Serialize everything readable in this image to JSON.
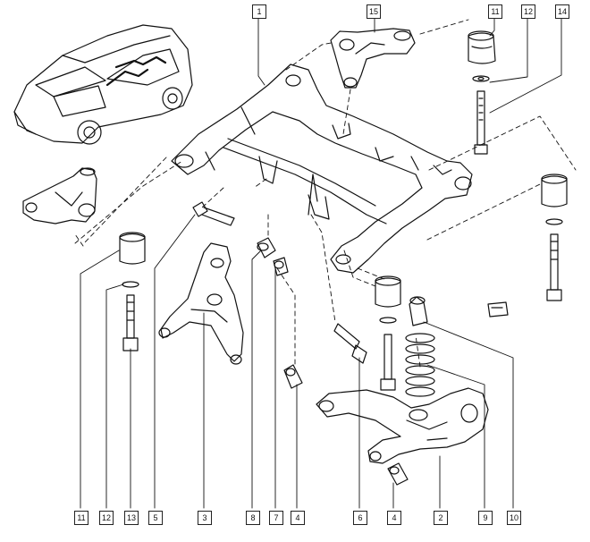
{
  "diagram": {
    "callouts_top": [
      {
        "id": "frame-1",
        "label": "1"
      },
      {
        "id": "mount-15",
        "label": "15"
      },
      {
        "id": "bush-11",
        "label": "11"
      },
      {
        "id": "washer-12",
        "label": "12"
      },
      {
        "id": "bolt-14",
        "label": "14"
      }
    ],
    "callouts_bottom": [
      {
        "id": "b11",
        "label": "11"
      },
      {
        "id": "b12",
        "label": "12"
      },
      {
        "id": "b13",
        "label": "13"
      },
      {
        "id": "b5",
        "label": "5"
      },
      {
        "id": "b3",
        "label": "3"
      },
      {
        "id": "b8",
        "label": "8"
      },
      {
        "id": "b7",
        "label": "7"
      },
      {
        "id": "b4a",
        "label": "4"
      },
      {
        "id": "b6",
        "label": "6"
      },
      {
        "id": "b4b",
        "label": "4"
      },
      {
        "id": "b2",
        "label": "2"
      },
      {
        "id": "b9",
        "label": "9"
      },
      {
        "id": "b10",
        "label": "10"
      }
    ]
  }
}
